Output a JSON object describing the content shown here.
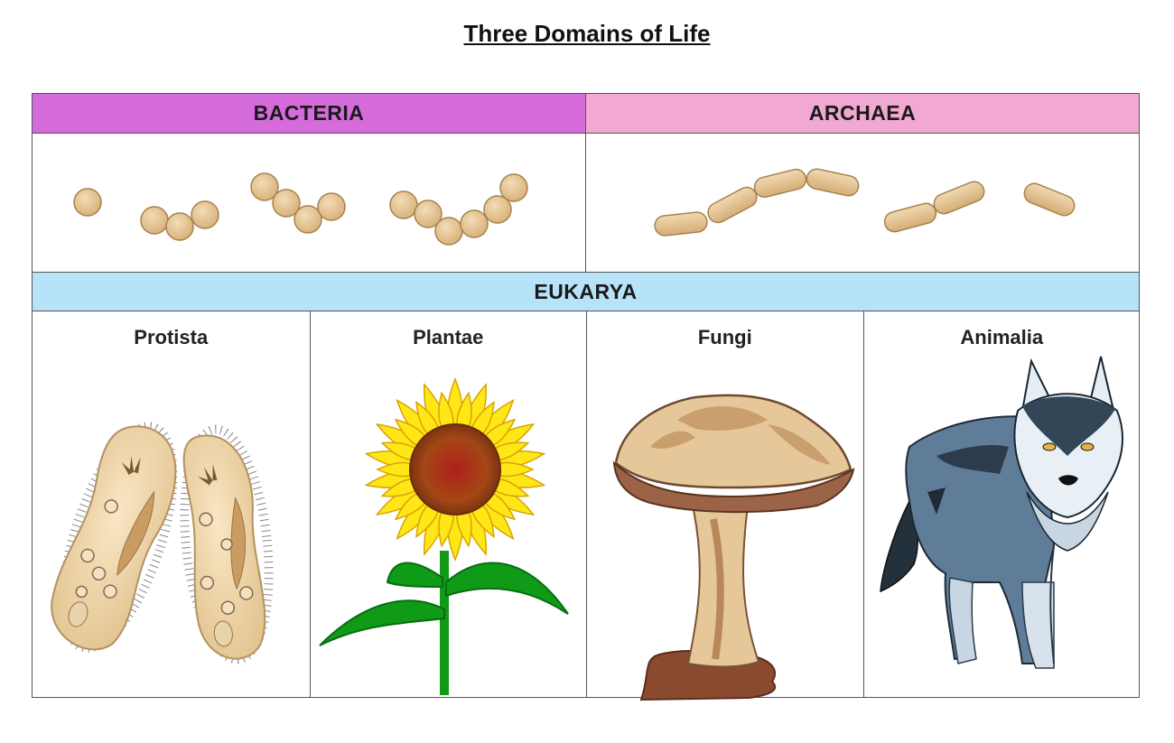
{
  "title": "Three Domains of Life",
  "domains": {
    "bacteria": {
      "label": "BACTERIA",
      "color": "#d66bdc"
    },
    "archaea": {
      "label": "ARCHAEA",
      "color": "#f1a8d2"
    },
    "eukarya": {
      "label": "EUKARYA",
      "color": "#b7e3f9"
    }
  },
  "kingdoms": [
    {
      "label": "Protista",
      "icon": "paramecium-icon"
    },
    {
      "label": "Plantae",
      "icon": "sunflower-icon"
    },
    {
      "label": "Fungi",
      "icon": "mushroom-icon"
    },
    {
      "label": "Animalia",
      "icon": "wolf-icon"
    }
  ],
  "colors": {
    "cell": "#e9c896",
    "cell_stroke": "#b08a55"
  }
}
